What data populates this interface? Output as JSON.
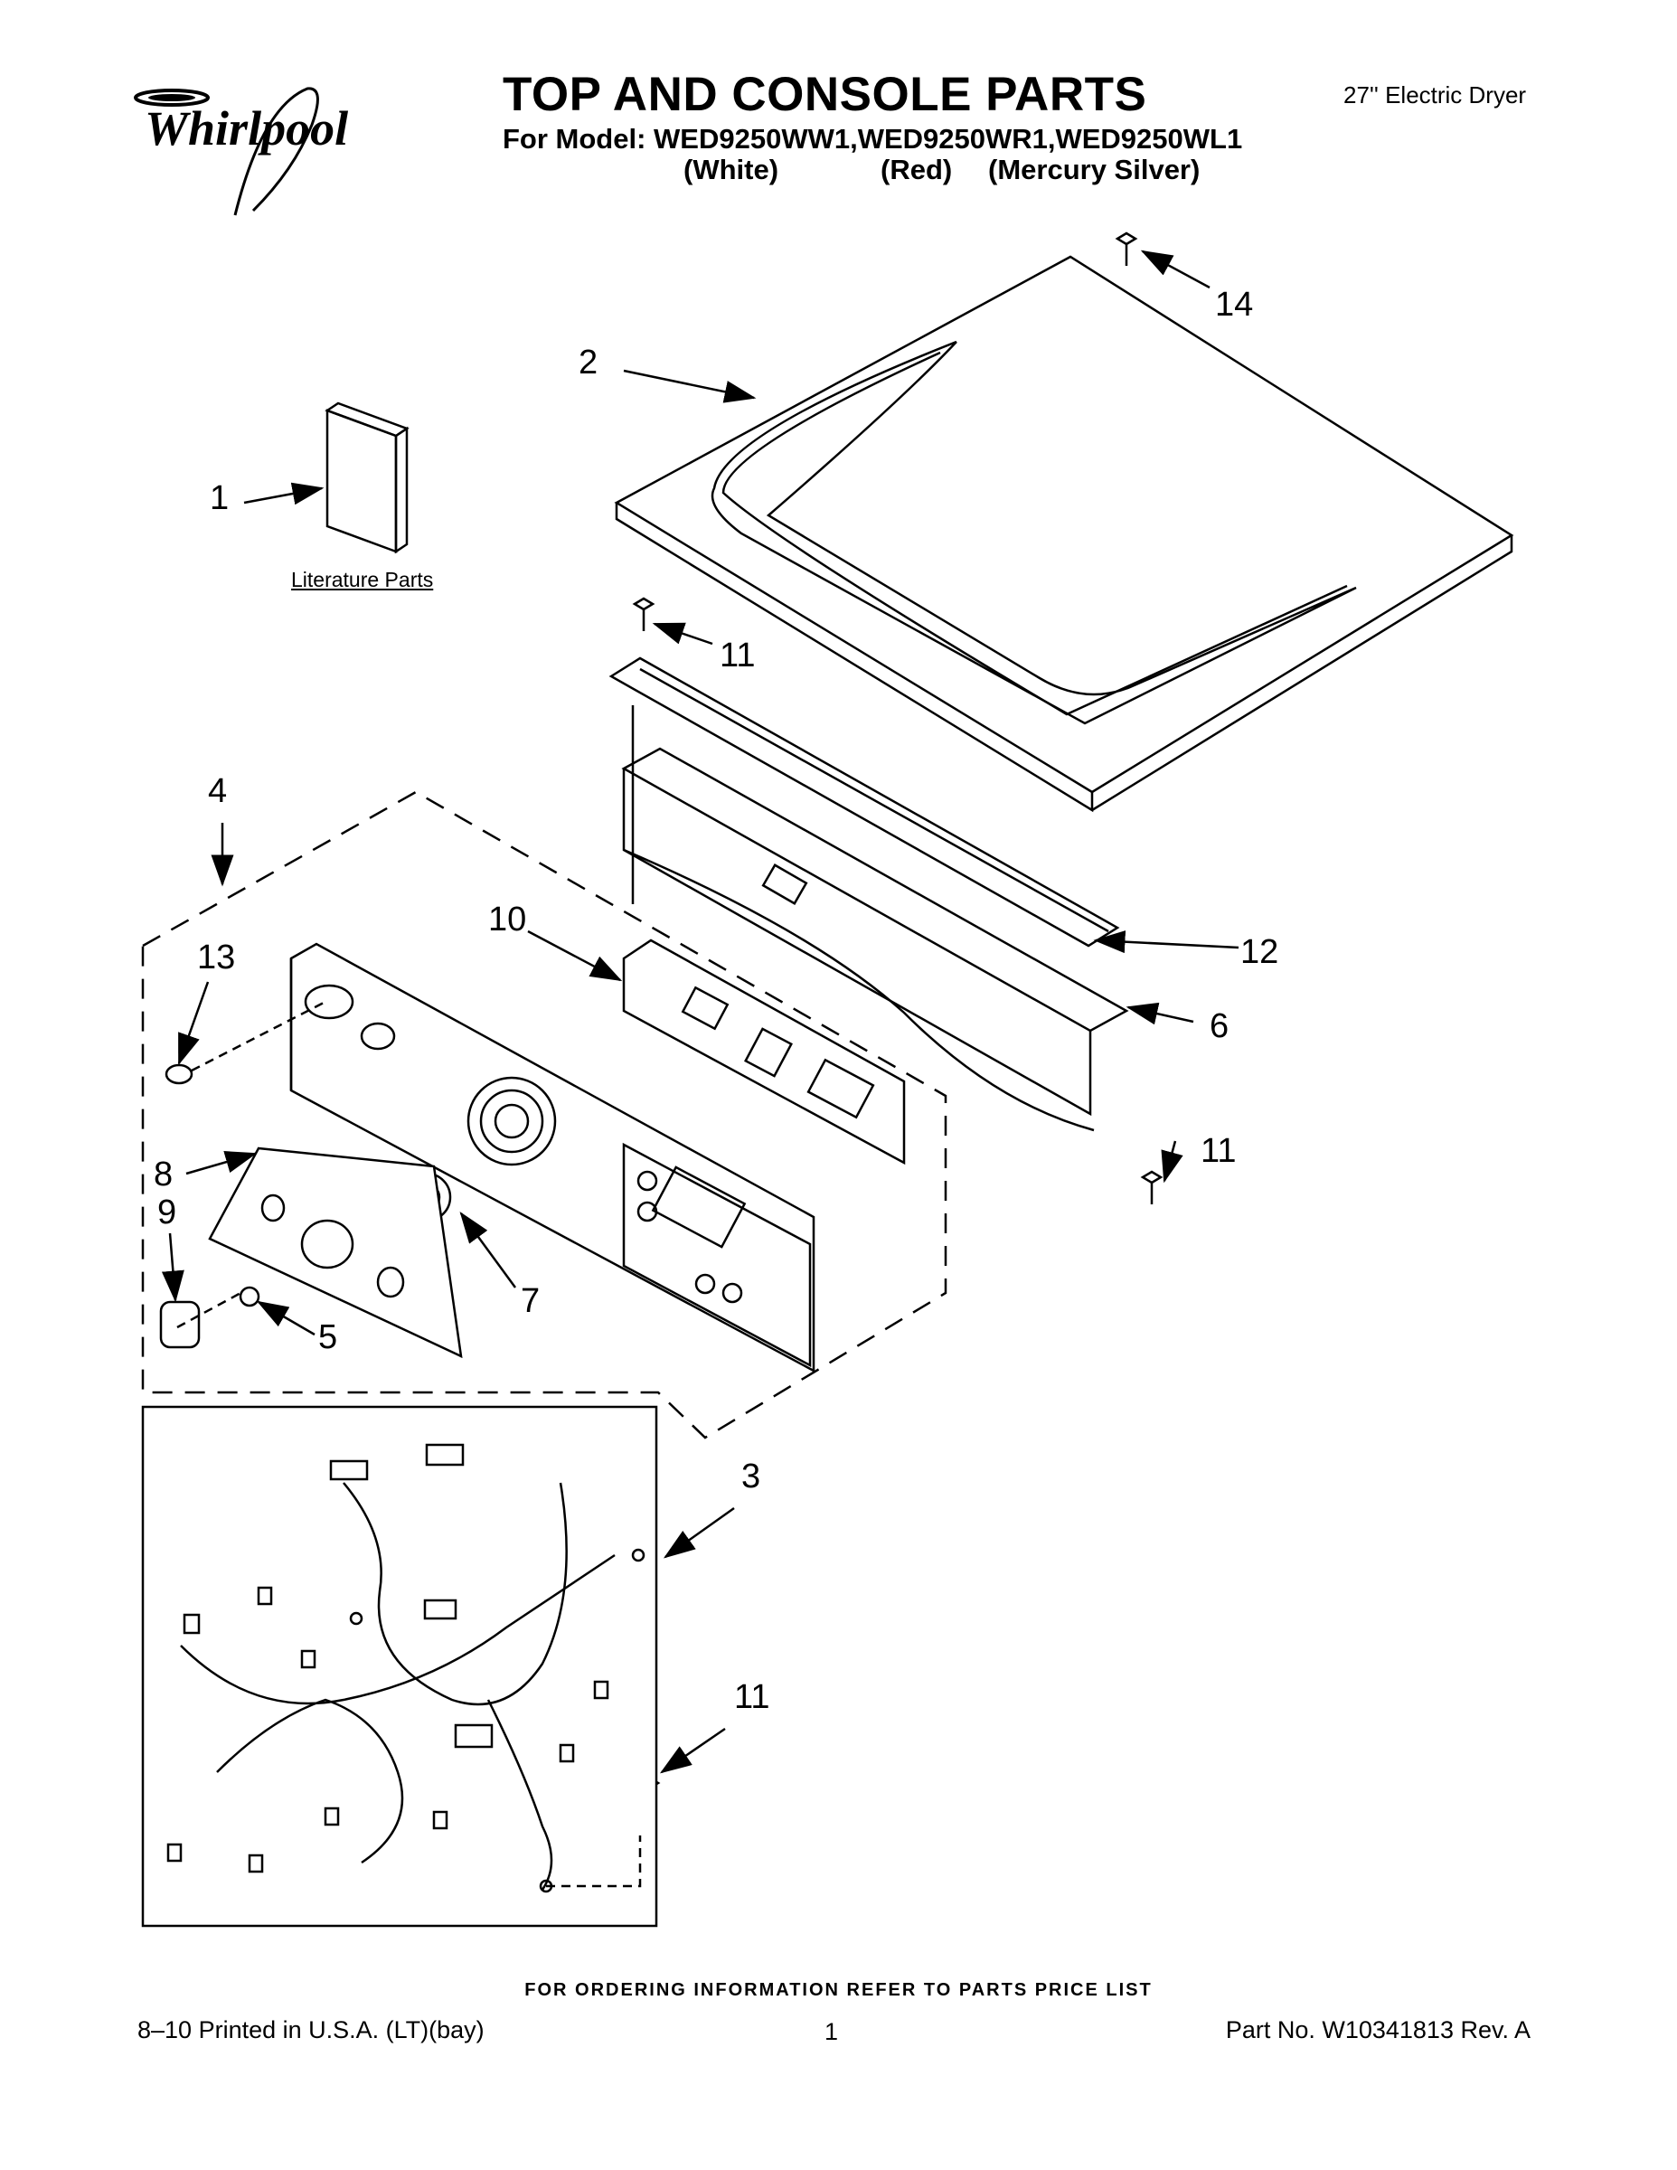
{
  "header": {
    "brand": "Whirlpool",
    "title": "TOP AND CONSOLE PARTS",
    "model_line": "For Model: WED9250WW1,WED9250WR1,WED9250WL1",
    "variants": [
      "(White)",
      "(Red)",
      "(Mercury Silver)"
    ],
    "product_type": "27'' Electric Dryer"
  },
  "diagram": {
    "literature_label": "Literature Parts",
    "callouts": [
      "1",
      "2",
      "3",
      "4",
      "5",
      "6",
      "7",
      "8",
      "9",
      "10",
      "11",
      "11",
      "11",
      "12",
      "13",
      "14"
    ]
  },
  "footer": {
    "ordering_note": "FOR ORDERING INFORMATION REFER TO PARTS PRICE LIST",
    "printed": "8–10 Printed in U.S.A. (LT)(bay)",
    "page": "1",
    "part_no": "Part No. W10341813 Rev. A"
  }
}
